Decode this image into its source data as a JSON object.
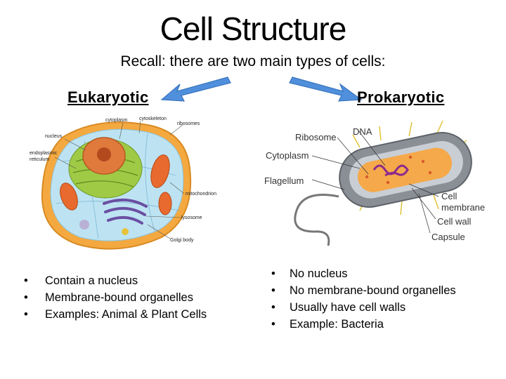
{
  "slide": {
    "title": "Cell Structure",
    "subtitle": "Recall: there are two main types of cells:"
  },
  "eukaryotic": {
    "heading": "Eukaryotic",
    "labels": {
      "cytoplasm": "cytoplasm",
      "cytoskeleton": "cytoskeleton",
      "ribosomes": "ribosomes",
      "nucleus": "nucleus",
      "er": [
        "endoplasmic",
        "reticulum"
      ],
      "mitochondrion": "mitochondrion",
      "lysosome": "lysosome",
      "golgi": "Golgi body"
    },
    "bullets": [
      "Contain a nucleus",
      "Membrane-bound organelles",
      "Examples: Animal & Plant Cells"
    ]
  },
  "prokaryotic": {
    "heading": "Prokaryotic",
    "labels": {
      "ribosome": "Ribosome",
      "dna": "DNA",
      "cytoplasm": "Cytoplasm",
      "flagellum": "Flagellum",
      "cell_membrane": [
        "Cell",
        "membrane"
      ],
      "cell_wall": "Cell wall",
      "capsule": "Capsule"
    },
    "bullets": [
      "No nucleus",
      "No membrane-bound organelles",
      "Usually have cell walls",
      "Example: Bacteria"
    ]
  },
  "colors": {
    "arrow": "#4f8fdc",
    "cell_orange": "#f4a940",
    "cell_inner": "#bde3f2",
    "nucleus": "#e07a3c",
    "er_green": "#9fca45",
    "golgi": "#6a4fa3",
    "mito": "#e86a2e",
    "bacteria_body": "#8a8f96",
    "bacteria_inner": "#f5a94a",
    "dna": "#8b2a8d"
  }
}
